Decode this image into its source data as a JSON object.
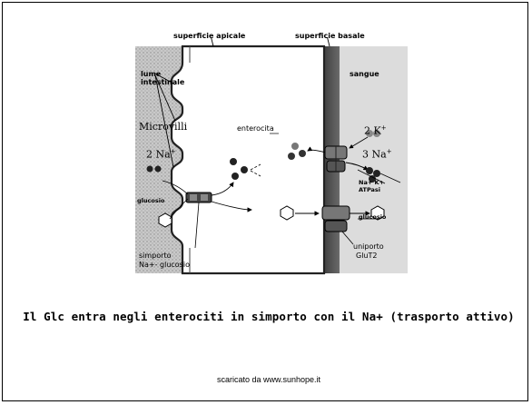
{
  "figure": {
    "labels": {
      "apical_surface": "superficie apicale",
      "basal_surface": "superficie basale",
      "lumen": [
        "lume",
        "intestinale"
      ],
      "blood": "sangue",
      "microvilli": "Microvilli",
      "enterocyte": "enterocita",
      "sodium_apical": "2 Na",
      "potassium": "2 K",
      "sodium_basal": "3 Na",
      "plus": "+",
      "pump": [
        "Na+ K+",
        "ATPasi"
      ],
      "glucose_left": "glucosio",
      "glucose_right": "glucosio",
      "symport": [
        "simporto",
        "Na+- glucosio"
      ],
      "uniport": [
        "uniporto",
        "GluT2"
      ]
    }
  },
  "caption": "Il Glc entra negli enterociti in simporto con il Na+ (trasporto attivo)",
  "source": "scaricato da www.sunhope.it"
}
